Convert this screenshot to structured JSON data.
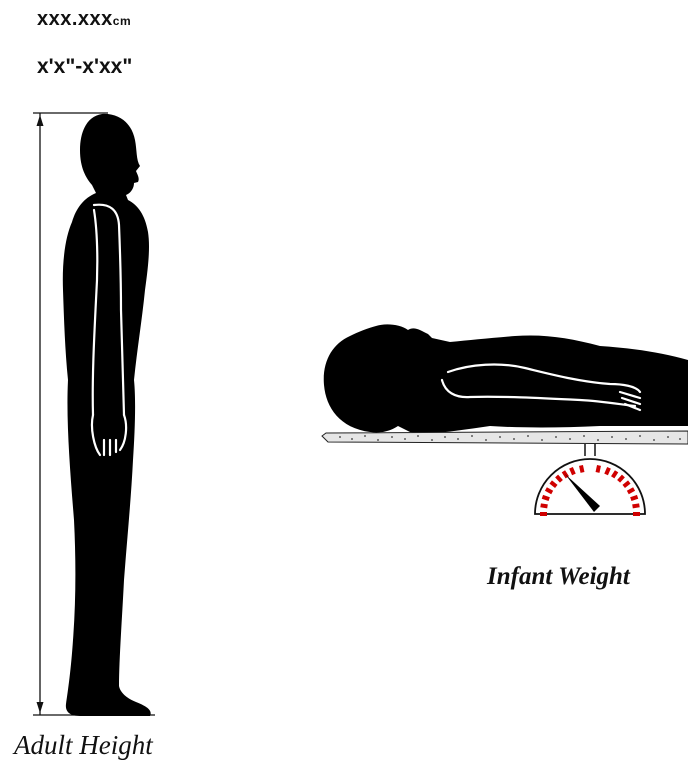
{
  "measurements": {
    "metric_value": "xxx.xxx",
    "metric_unit": "cm",
    "imperial_value": "x'x\"-x'xx\""
  },
  "captions": {
    "adult": "Adult Height",
    "infant": "Infant Weight"
  },
  "colors": {
    "silhouette": "#000000",
    "scale_ticks": "#d00000",
    "table": "#e6e6e6"
  }
}
